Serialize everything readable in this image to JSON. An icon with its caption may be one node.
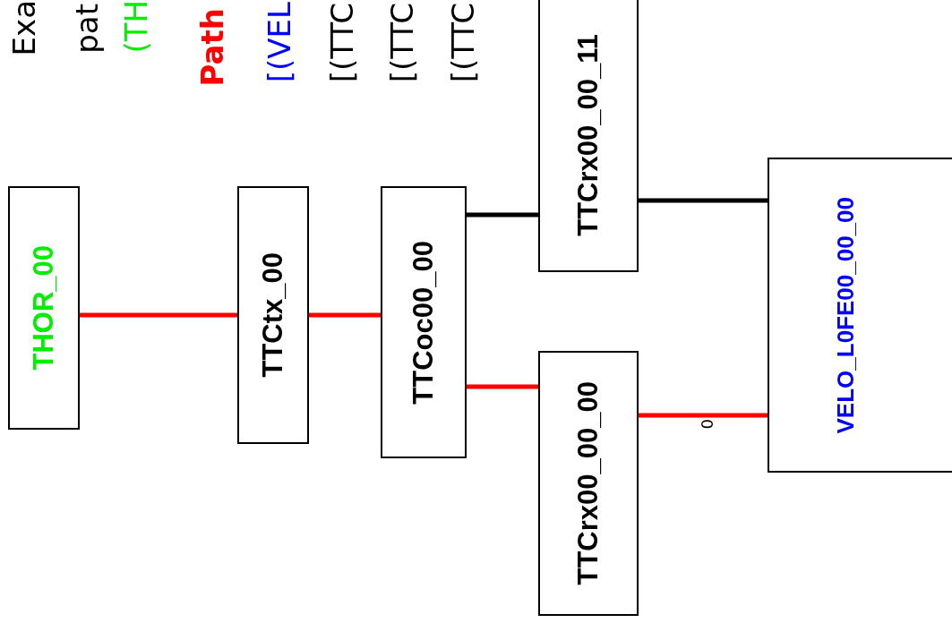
{
  "diagram": {
    "nodes": [
      {
        "text": [
          "THOR_00"
        ]
      },
      {
        "text": [
          "TTCtx_00"
        ]
      },
      {
        "text": [
          "TTCoc00_00"
        ]
      },
      {
        "text": [
          "TTCrx00_00_11"
        ]
      },
      {
        "text": [
          "TTCrx00_00_00"
        ]
      },
      {
        "text": [
          "VELO_L0FE00_00_00"
        ]
      }
    ],
    "edges": [
      {
        "from": 0,
        "to": 1,
        "arrow": "none"
      },
      {
        "from": 1,
        "to": 2,
        "arrow": "none"
      },
      {
        "from": 2,
        "to": 3,
        "arrow": "none",
        "color": "#000000"
      },
      {
        "from": 2,
        "to": 4,
        "arrow": "none"
      },
      {
        "from": 4,
        "to": 5,
        "arrow": "none",
        "label": "0"
      },
      {
        "from": 3,
        "to": 5,
        "arrow": "none",
        "color": "#000000"
      }
    ],
    "labels": [
      "Exa",
      "pat",
      "(TH",
      "Path",
      "[(VEL",
      "[(TTC",
      "[(TTC",
      "[(TTC"
    ]
  }
}
